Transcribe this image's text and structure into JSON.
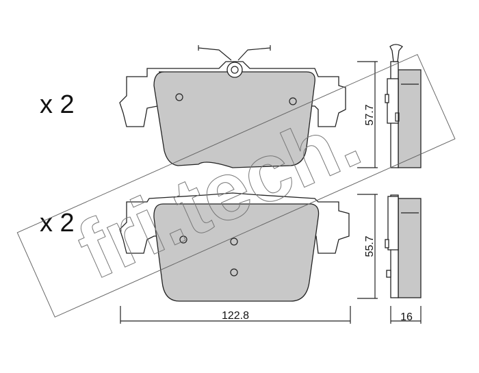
{
  "labels": {
    "quantity_top": "x 2",
    "quantity_bottom": "x 2",
    "height_top": "57.7",
    "height_bottom": "55.7",
    "width": "122.8",
    "thickness": "16"
  },
  "watermark": {
    "text": "fri.tech."
  },
  "colors": {
    "friction_material": "#c8c8c8",
    "outline": "#222222",
    "watermark": "#666666"
  }
}
